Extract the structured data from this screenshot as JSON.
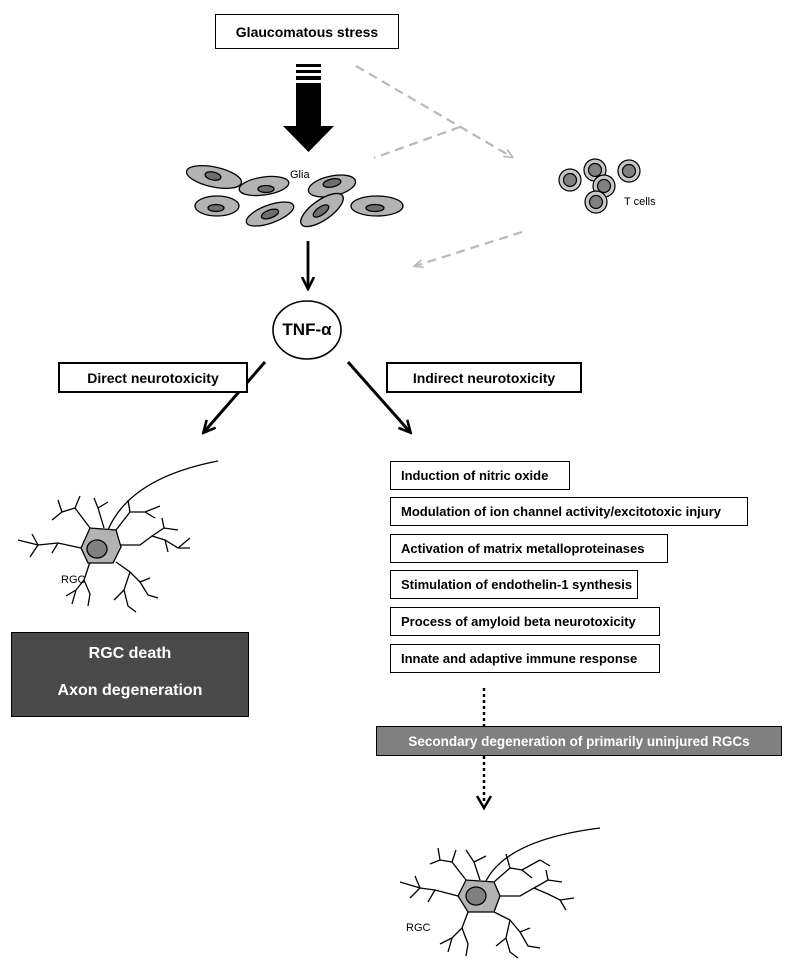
{
  "stress": {
    "label": "Glaucomatous stress"
  },
  "glia": {
    "label": "Glia"
  },
  "tcells": {
    "label": "T cells"
  },
  "tnf": {
    "label": "TNF-α"
  },
  "direct": {
    "label": "Direct neurotoxicity"
  },
  "indirect": {
    "label": "Indirect neurotoxicity"
  },
  "mechanisms": [
    "Induction of nitric oxide",
    "Modulation of ion channel activity/excitotoxic injury",
    "Activation of matrix metalloproteinases",
    "Stimulation of endothelin-1 synthesis",
    "Process of amyloid beta neurotoxicity",
    "Innate and adaptive immune response"
  ],
  "outcome": {
    "line1": "RGC death",
    "line2": "Axon degeneration"
  },
  "secondary": {
    "label": "Secondary degeneration of primarily uninjured RGCs"
  },
  "rgc_left": {
    "label": "RGC"
  },
  "rgc_bottom": {
    "label": "RGC"
  },
  "colors": {
    "outcome_fill": "#4a4a4a",
    "secondary_fill": "#808080",
    "cell_fill": "#b3b3b3",
    "nucleus_fill": "#6e6e6e",
    "dashed_arrow": "#b8b8b8"
  }
}
